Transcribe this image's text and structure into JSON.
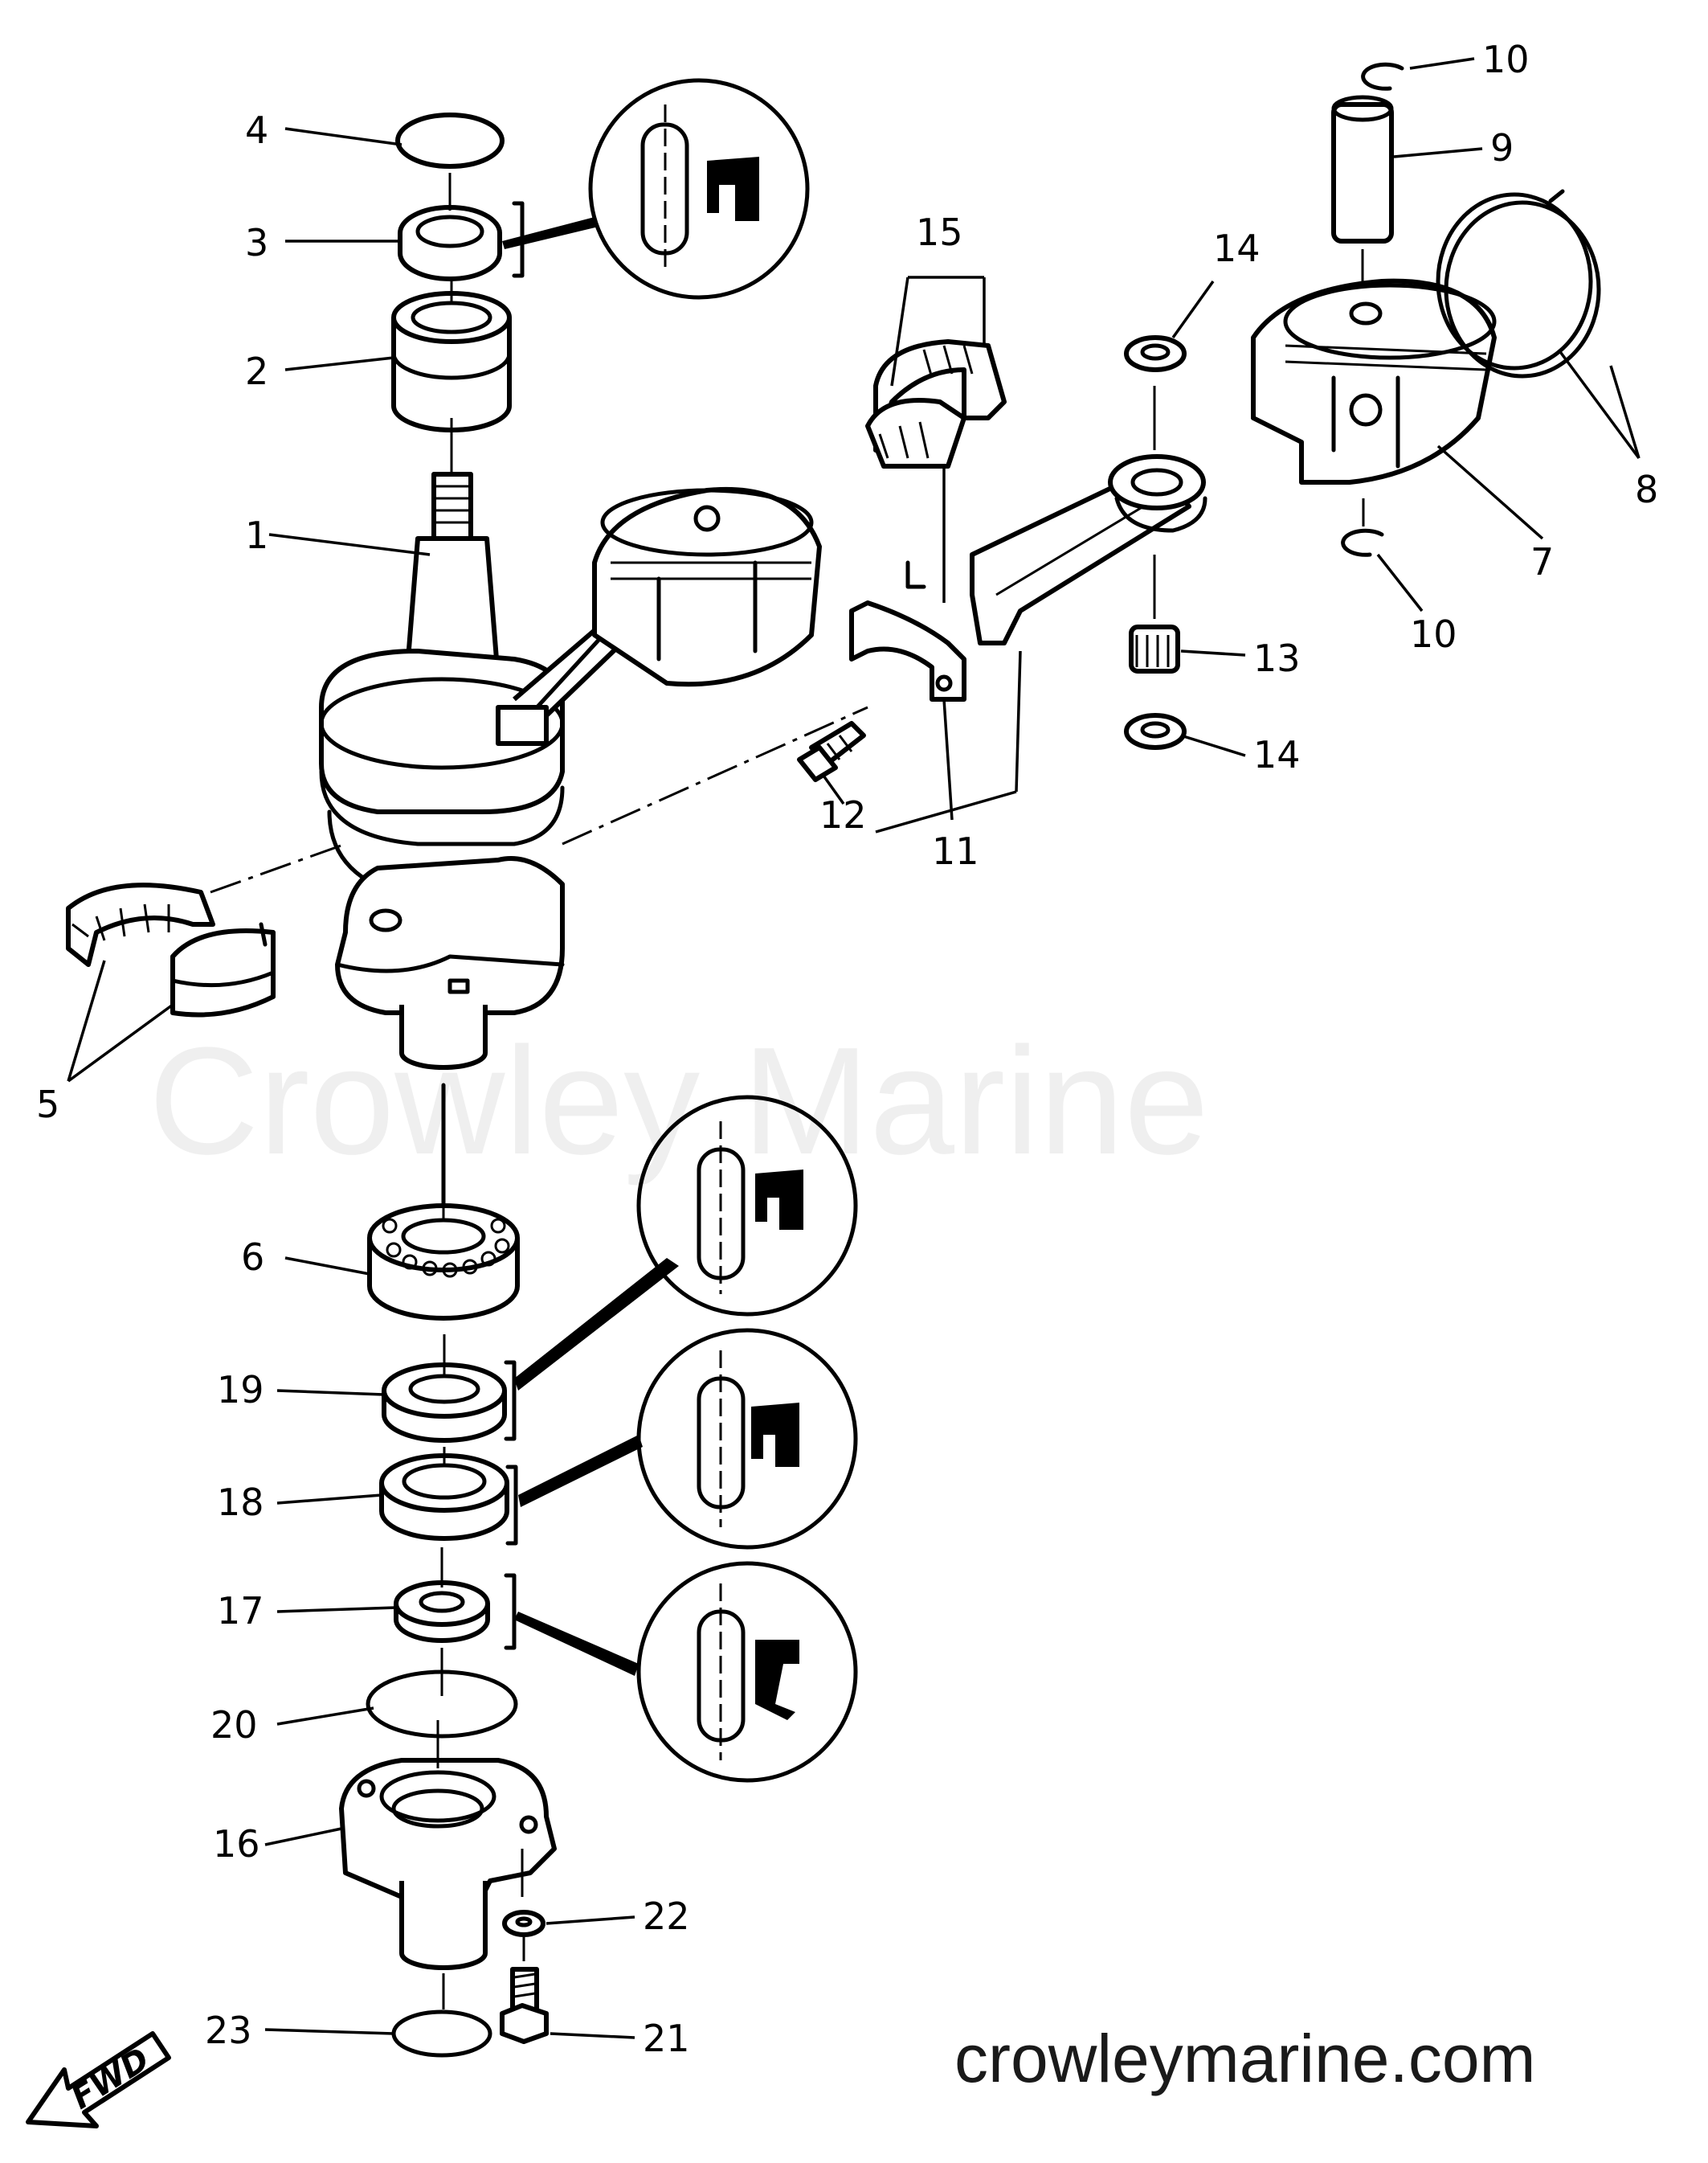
{
  "watermark": "Crowley Marine",
  "site": "crowleymarine.com",
  "fwd_label": "FWD",
  "callouts": [
    {
      "id": "c1",
      "text": "1"
    },
    {
      "id": "c2",
      "text": "2"
    },
    {
      "id": "c3",
      "text": "3"
    },
    {
      "id": "c4",
      "text": "4"
    },
    {
      "id": "c5",
      "text": "5"
    },
    {
      "id": "c6",
      "text": "6"
    },
    {
      "id": "c7",
      "text": "7"
    },
    {
      "id": "c8",
      "text": "8"
    },
    {
      "id": "c9",
      "text": "9"
    },
    {
      "id": "c10a",
      "text": "10"
    },
    {
      "id": "c10b",
      "text": "10"
    },
    {
      "id": "c11",
      "text": "11"
    },
    {
      "id": "c12",
      "text": "12"
    },
    {
      "id": "c13",
      "text": "13"
    },
    {
      "id": "c14a",
      "text": "14"
    },
    {
      "id": "c14b",
      "text": "14"
    },
    {
      "id": "c15",
      "text": "15"
    },
    {
      "id": "c16",
      "text": "16"
    },
    {
      "id": "c17",
      "text": "17"
    },
    {
      "id": "c18",
      "text": "18"
    },
    {
      "id": "c19",
      "text": "19"
    },
    {
      "id": "c20",
      "text": "20"
    },
    {
      "id": "c21",
      "text": "21"
    },
    {
      "id": "c22",
      "text": "22"
    },
    {
      "id": "c23",
      "text": "23"
    }
  ]
}
